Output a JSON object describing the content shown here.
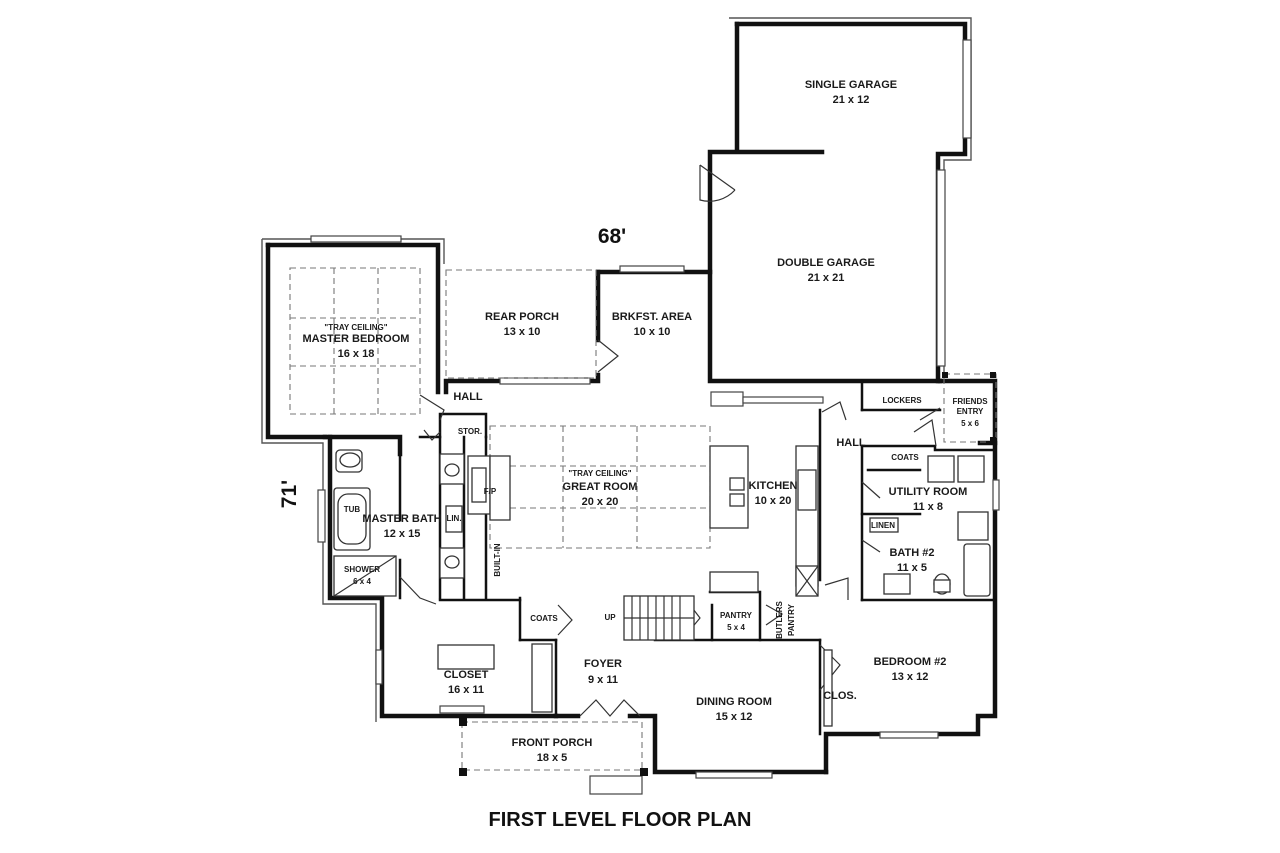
{
  "plan": {
    "title": "FIRST LEVEL FLOOR PLAN",
    "width_dim": "68'",
    "depth_dim": "71'",
    "wall_color": "#111111"
  },
  "rooms": {
    "single_garage": {
      "name": "SINGLE GARAGE",
      "size": "21 x 12"
    },
    "double_garage": {
      "name": "DOUBLE GARAGE",
      "size": "21 x 21"
    },
    "master_bedroom": {
      "note": "\"TRAY CEILING\"",
      "name": "MASTER BEDROOM",
      "size": "16 x 18"
    },
    "rear_porch": {
      "name": "REAR PORCH",
      "size": "13 x 10"
    },
    "brkfst_area": {
      "name": "BRKFST. AREA",
      "size": "10 x 10"
    },
    "hall_left": {
      "name": "HALL"
    },
    "hall_right": {
      "name": "HALL"
    },
    "stor": {
      "name": "STOR."
    },
    "lockers": {
      "name": "LOCKERS"
    },
    "friends_entry": {
      "name": "FRIENDS",
      "name2": "ENTRY",
      "size": "5 x 6"
    },
    "great_room": {
      "note": "\"TRAY CEILING\"",
      "name": "GREAT ROOM",
      "size": "20 x 20"
    },
    "fp": {
      "name": "F/P"
    },
    "kitchen": {
      "name": "KITCHEN",
      "size": "10 x 20"
    },
    "coats_right": {
      "name": "COATS"
    },
    "utility_room": {
      "name": "UTILITY ROOM",
      "size": "11 x 8"
    },
    "linen_right": {
      "name": "LINEN"
    },
    "bath2": {
      "name": "BATH #2",
      "size": "11 x 5"
    },
    "master_bath": {
      "name": "MASTER BATH",
      "size": "12 x 15"
    },
    "tub": {
      "name": "TUB"
    },
    "lin": {
      "name": "LIN."
    },
    "shower": {
      "name": "SHOWER",
      "size": "6 x 4"
    },
    "builtin": {
      "name": "BUILT-IN"
    },
    "coats_left": {
      "name": "COATS"
    },
    "up": {
      "name": "UP"
    },
    "pantry": {
      "name": "PANTRY",
      "size": "5 x 4"
    },
    "butlers_pantry": {
      "name": "BUTLERS",
      "name2": "PANTRY"
    },
    "closet": {
      "name": "CLOSET",
      "size": "16 x 11"
    },
    "foyer": {
      "name": "FOYER",
      "size": "9 x 11"
    },
    "dining_room": {
      "name": "DINING ROOM",
      "size": "15 x 12"
    },
    "bedroom2": {
      "name": "BEDROOM #2",
      "size": "13 x 12"
    },
    "clos": {
      "name": "CLOS."
    },
    "front_porch": {
      "name": "FRONT PORCH",
      "size": "18 x 5"
    }
  }
}
